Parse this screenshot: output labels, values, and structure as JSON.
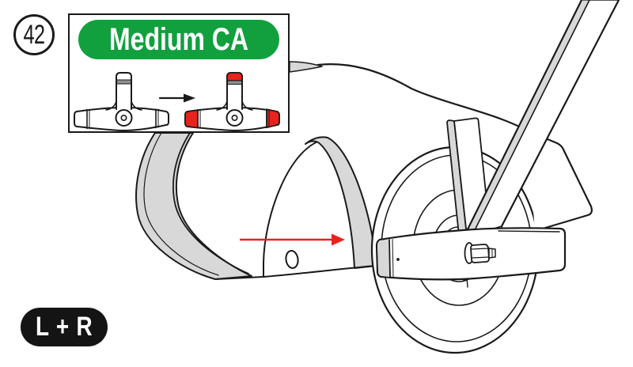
{
  "figure": {
    "step_number": "42",
    "inset": {
      "kit_label": "Medium CA",
      "content": "part-before-after-diagram",
      "arrow_icon": "right-arrow",
      "highlight_meaning_color": "#e8231e"
    },
    "badge": {
      "label": "L + R"
    },
    "main_art": {
      "subject": "mower-rear-wheel-skid-installation",
      "arrow_icon": "red-right-arrow"
    },
    "colors": {
      "ink": "#1a1a1a",
      "shade": "#d8d8d8",
      "green": "#12a03f",
      "red": "#e8231e",
      "badge": "#141414",
      "paper": "#ffffff"
    }
  }
}
